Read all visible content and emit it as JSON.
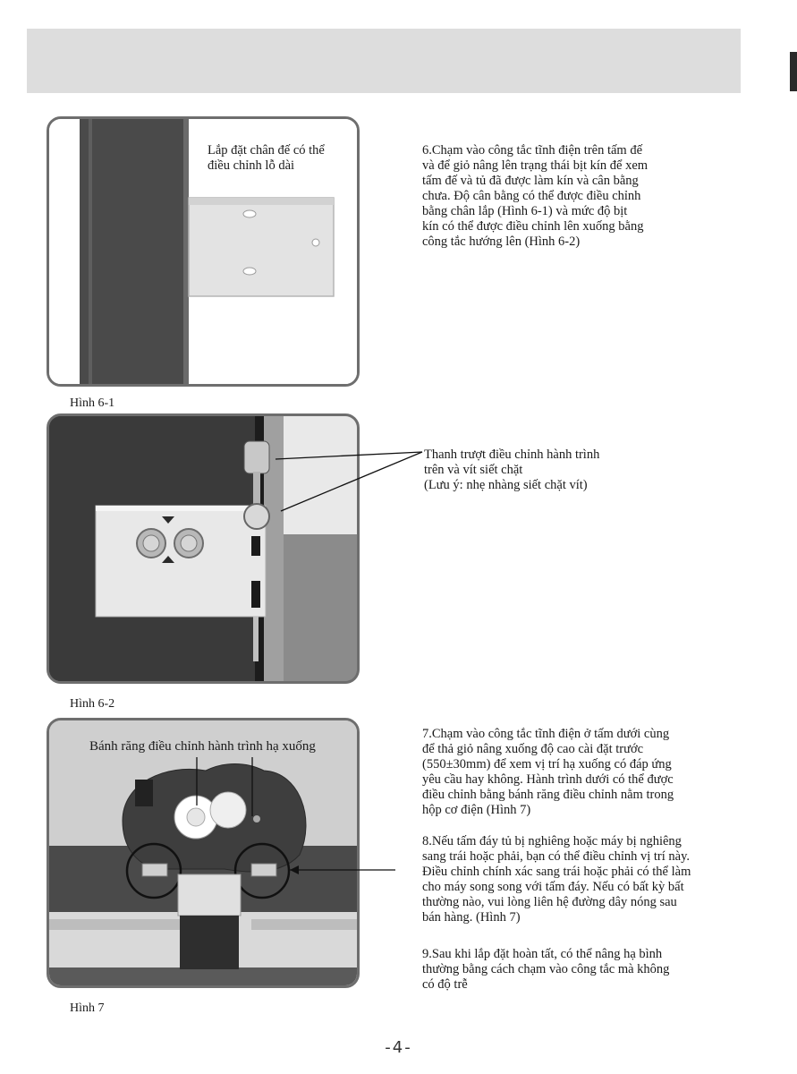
{
  "figures": {
    "fig1": {
      "caption": "Hình 6-1",
      "annotation_line1": "Lắp đặt chân đế có thể",
      "annotation_line2": "điều chỉnh lỗ dài"
    },
    "fig2": {
      "caption": "Hình 6-2",
      "callout_line1": "Thanh trượt điều chỉnh hành trình",
      "callout_line2": "trên và vít siết chặt",
      "callout_line3": "(Lưu ý: nhẹ nhàng siết chặt vít)"
    },
    "fig3": {
      "caption": "Hình 7",
      "annotation": "Bánh răng điều chỉnh hành trình hạ xuống"
    }
  },
  "paragraphs": {
    "p6": [
      "6.Chạm vào công tắc tĩnh điện trên tấm đế",
      "và để giỏ nâng lên trạng thái bịt kín để xem",
      "tấm đế và tủ đã được làm kín và cân bằng",
      "chưa. Độ cân bằng có thể được điều chỉnh",
      "bằng chân lắp (Hình 6-1) và mức độ bịt",
      "kín có thể được điều chỉnh lên xuống bằng",
      "công tắc hướng lên (Hình 6-2)"
    ],
    "p7": [
      "7.Chạm vào công tắc tĩnh điện ở tấm dưới cùng",
      "để thả giỏ nâng xuống độ cao cài đặt trước",
      "(550±30mm) để xem vị trí hạ xuống có đáp ứng",
      "yêu cầu hay không. Hành trình dưới có thể được",
      "điều chỉnh bằng bánh răng điều chỉnh nằm trong",
      "hộp cơ điện (Hình 7)"
    ],
    "p8": [
      "8.Nếu tấm đáy tủ bị nghiêng hoặc máy bị nghiêng",
      "sang trái hoặc phải, bạn có thể điều chỉnh vị trí này.",
      "Điều chỉnh chính xác sang trái hoặc phải có thể làm",
      "cho máy song song với tấm đáy. Nếu có bất kỳ bất",
      "thường nào, vui lòng liên hệ đường dây nóng sau",
      "bán hàng. (Hình 7)"
    ],
    "p9": [
      "9.Sau khi lắp đặt hoàn tất, có thể nâng hạ bình",
      "thường bằng cách chạm vào công tắc mà không",
      "có độ trễ"
    ]
  },
  "page_number": "-4-"
}
